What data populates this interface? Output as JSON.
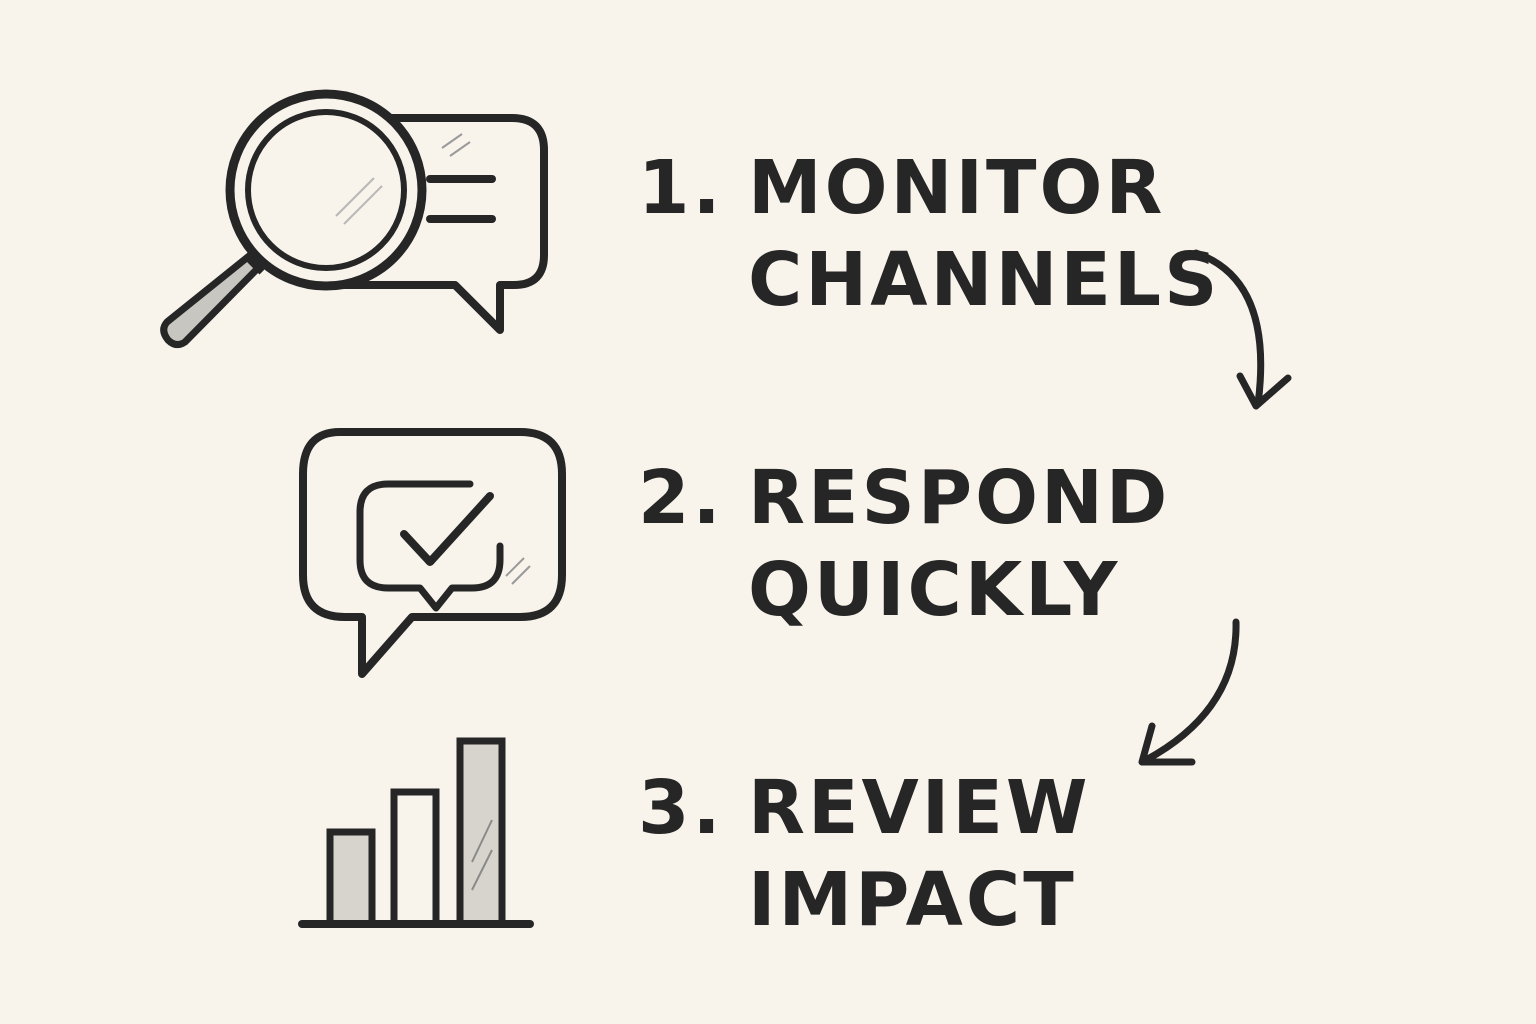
{
  "steps": [
    {
      "number": "1.",
      "line1": "MONITOR",
      "line2": "CHANNELS",
      "icon": "magnifier-chat-icon"
    },
    {
      "number": "2.",
      "line1": "RESPOND",
      "line2": "QUICKLY",
      "icon": "chat-check-icon"
    },
    {
      "number": "3.",
      "line1": "REVIEW",
      "line2": "IMPACT",
      "icon": "bar-chart-icon"
    }
  ],
  "colors": {
    "background": "#f8f4ec",
    "ink": "#262626",
    "fill_gray": "#d6d4cc"
  }
}
